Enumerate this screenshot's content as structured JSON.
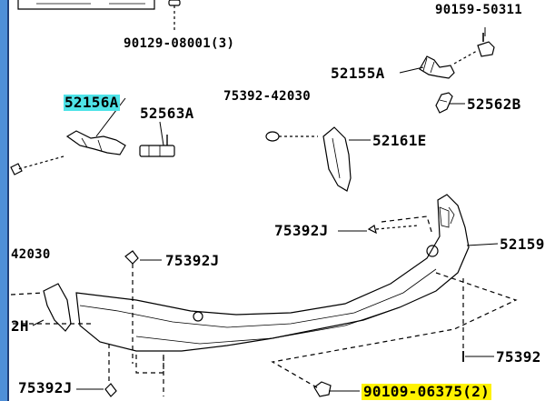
{
  "labels": {
    "p_90159_50311": "90159-50311",
    "p_90129_08001": "90129-08001(3)",
    "p_52155A": "52155A",
    "p_52156A": "52156A",
    "p_52563A": "52563A",
    "p_75392_42030": "75392-42030",
    "p_52562B": "52562B",
    "p_52161E": "52161E",
    "p_75392J_mid": "75392J",
    "p_5215x": "52159",
    "p_x2030": "42030",
    "p_75392J_left": "75392J",
    "p_x2H": "2H",
    "p_75392J_bottom": "75392J",
    "p_9010906375": "90109-06375(2)",
    "p_75392_right": "75392"
  },
  "highlights": {
    "cyan": "#4fe3e8",
    "yellow": "#fff200"
  }
}
